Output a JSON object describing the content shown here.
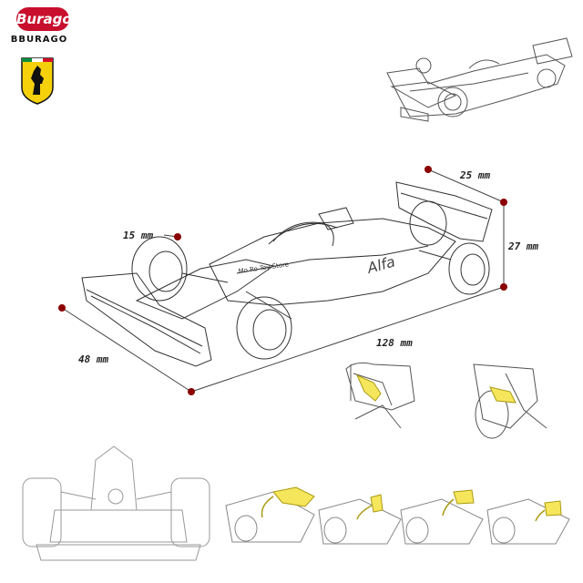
{
  "brand": {
    "badge_text": "Burago",
    "wordmark": "BBURAGO",
    "accent": "#c8102e"
  },
  "ferrari": {
    "shield_color": "#f5d10b"
  },
  "dimensions": {
    "top_width": "25 mm",
    "height": "27 mm",
    "wing": "15 mm",
    "length": "128 mm",
    "width": "48 mm",
    "marker_color": "#8b0000"
  },
  "highlight_color": "#f5e65c",
  "livery_text": "Mo Ro Toy Store"
}
